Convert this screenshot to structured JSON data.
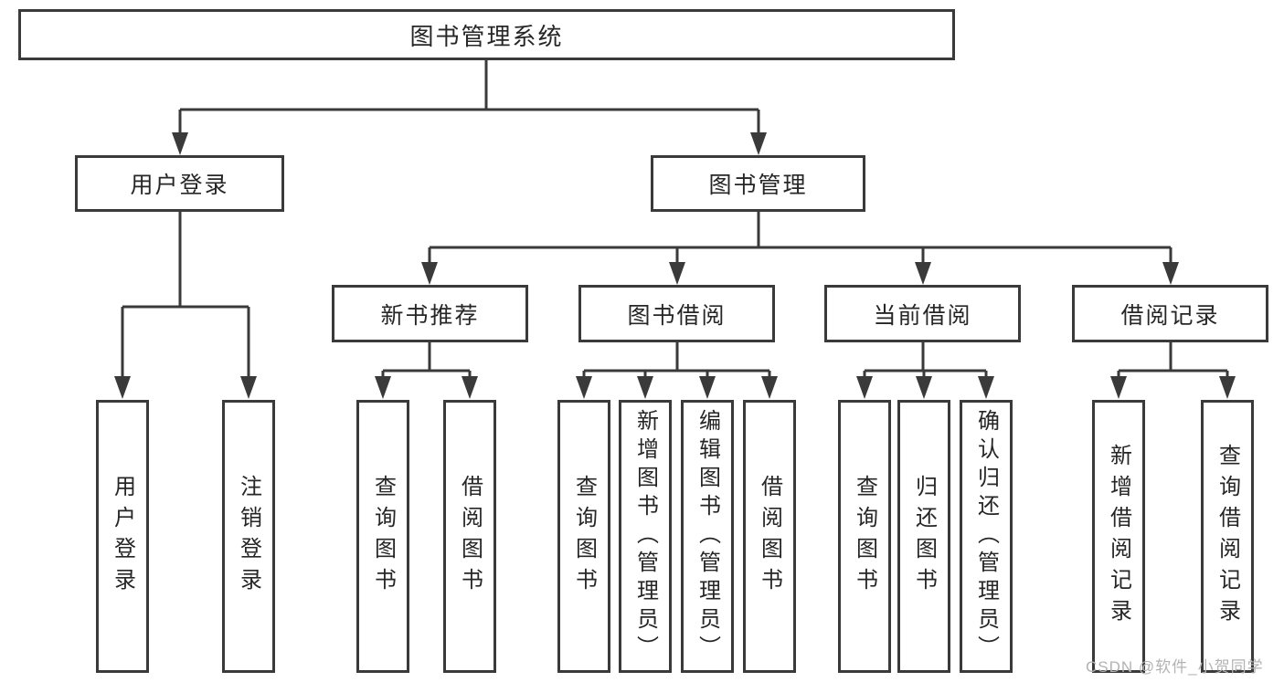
{
  "diagram_title": "图书管理系统",
  "nodes": {
    "root": "图书管理系统",
    "user_login": "用户登录",
    "book_management": "图书管理",
    "new_book_recommend": "新书推荐",
    "book_borrowing": "图书借阅",
    "current_borrowing": "当前借阅",
    "borrowing_records": "借阅记录"
  },
  "leaves": {
    "user_login": "用户登录",
    "logout": "注销登录",
    "rec_query_books": "查询图书",
    "rec_borrow_books": "借阅图书",
    "bb_query_books": "查询图书",
    "bb_add_books": "新增图书（管理员）",
    "bb_edit_books": "编辑图书（管理员）",
    "bb_borrow_books": "借阅图书",
    "cb_query_books": "查询图书",
    "cb_return_books": "归还图书",
    "cb_confirm_return": "确认归还（管理员）",
    "br_add_record": "新增借阅记录",
    "br_query_record": "查询借阅记录"
  },
  "watermark": "CSDN @软件_小贺同学",
  "colors": {
    "line": "#3a3a3a",
    "text": "#262626",
    "box_background": "#ffffff",
    "watermark": "#b3b3b3",
    "page_background": "#ffffff"
  }
}
